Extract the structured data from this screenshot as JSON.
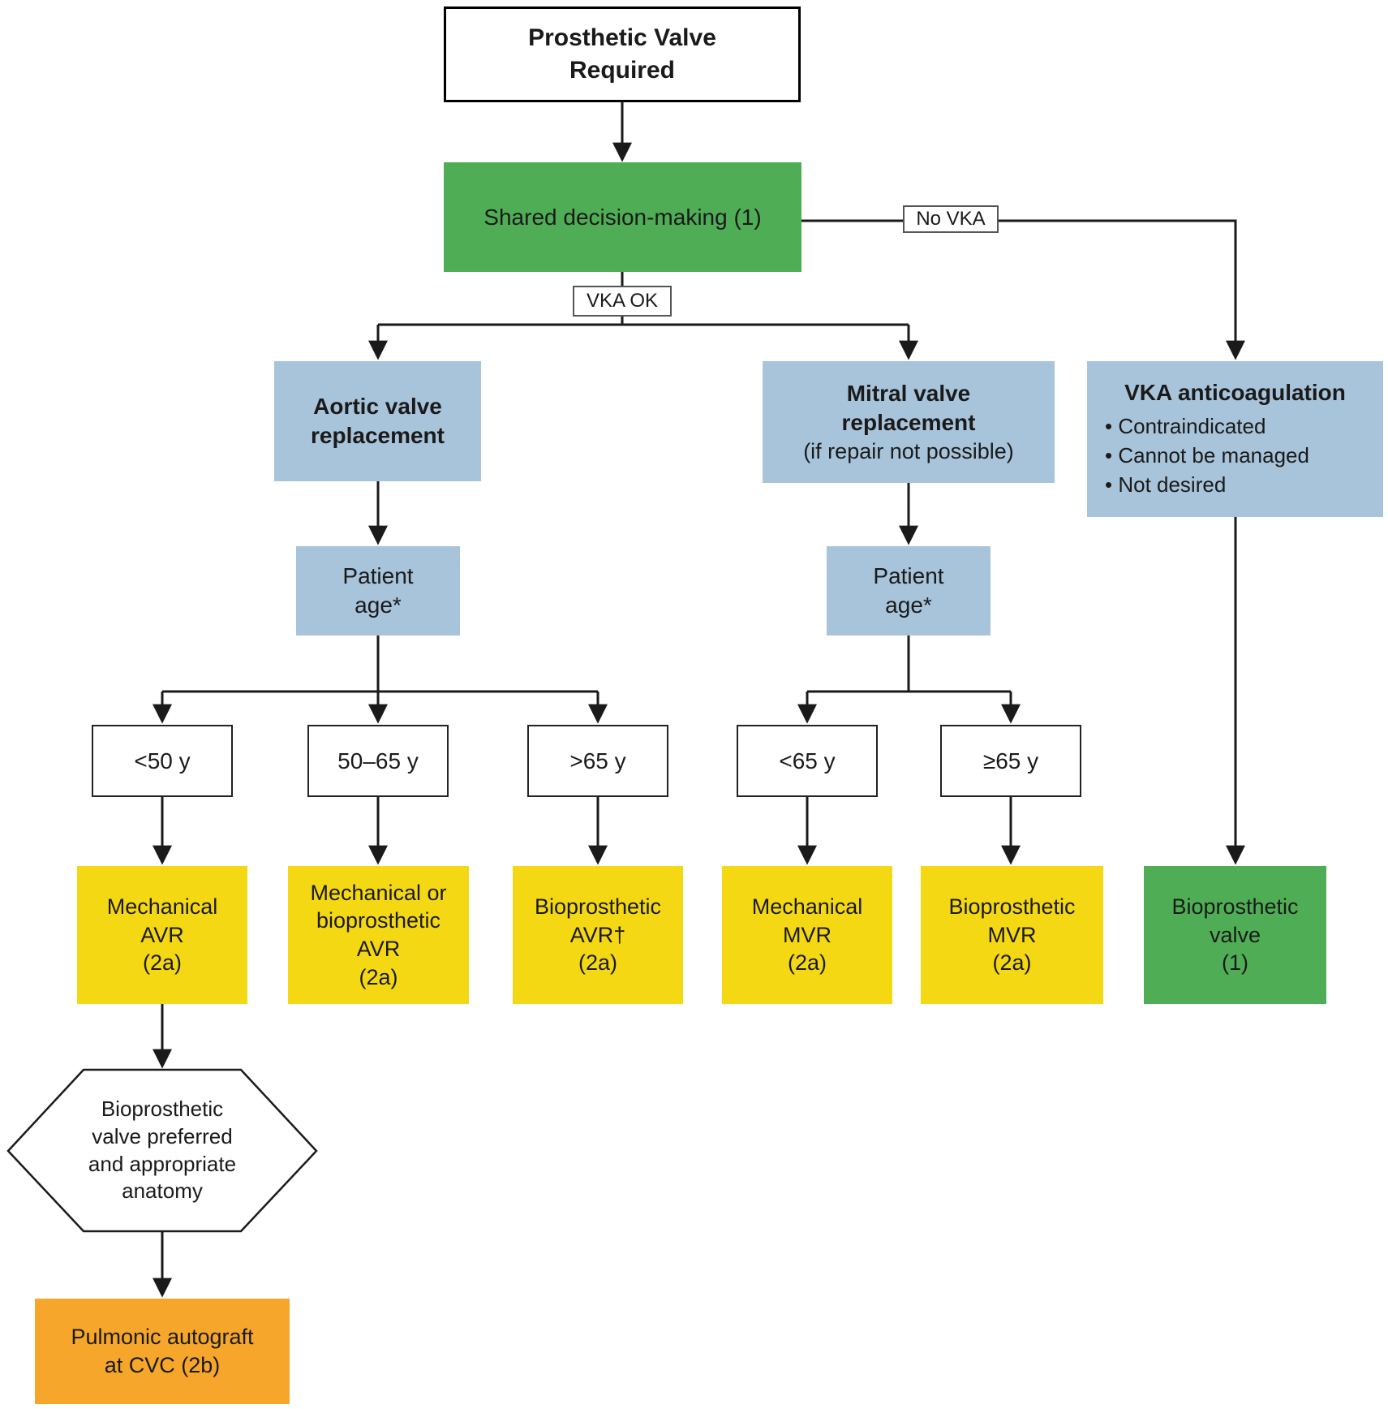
{
  "figure": {
    "start": "Prosthetic Valve\nRequired",
    "shared_decision": "Shared decision-making (1)",
    "edge_labels": {
      "no_vka": "No VKA",
      "vka_ok": "VKA OK"
    },
    "branches": {
      "aortic": "Aortic valve\nreplacement",
      "mitral_title": "Mitral valve\nreplacement",
      "mitral_subtitle": "(if repair not possible)",
      "vka_title": "VKA anticoagulation",
      "vka_bullets": [
        "Contraindicated",
        "Cannot be managed",
        "Not desired"
      ]
    },
    "patient_age": {
      "aortic": "Patient\nage*",
      "mitral": "Patient\nage*"
    },
    "age_ranges": {
      "lt50": "<50 y",
      "r50_65": "50–65 y",
      "gt65": ">65 y",
      "lt65": "<65 y",
      "ge65": "≥65 y"
    },
    "outcomes": {
      "mech_avr": "Mechanical\nAVR\n(2a)",
      "mech_bio_avr": "Mechanical or\nbioprosthetic\nAVR\n(2a)",
      "bio_avr": "Bioprosthetic\nAVR†\n(2a)",
      "mech_mvr": "Mechanical\nMVR\n(2a)",
      "bio_mvr": "Bioprosthetic\nMVR\n(2a)",
      "bio_valve": "Bioprosthetic\nvalve\n(1)"
    },
    "decision_hex": "Bioprosthetic\nvalve preferred\nand appropriate\nanatomy",
    "autograft": "Pulmonic autograft\nat CVC (2b)"
  },
  "colors": {
    "green": "#4fae55",
    "blue": "#a8c4da",
    "yellow": "#f4d814",
    "orange": "#f6a62a",
    "line": "#1a1a1a"
  }
}
